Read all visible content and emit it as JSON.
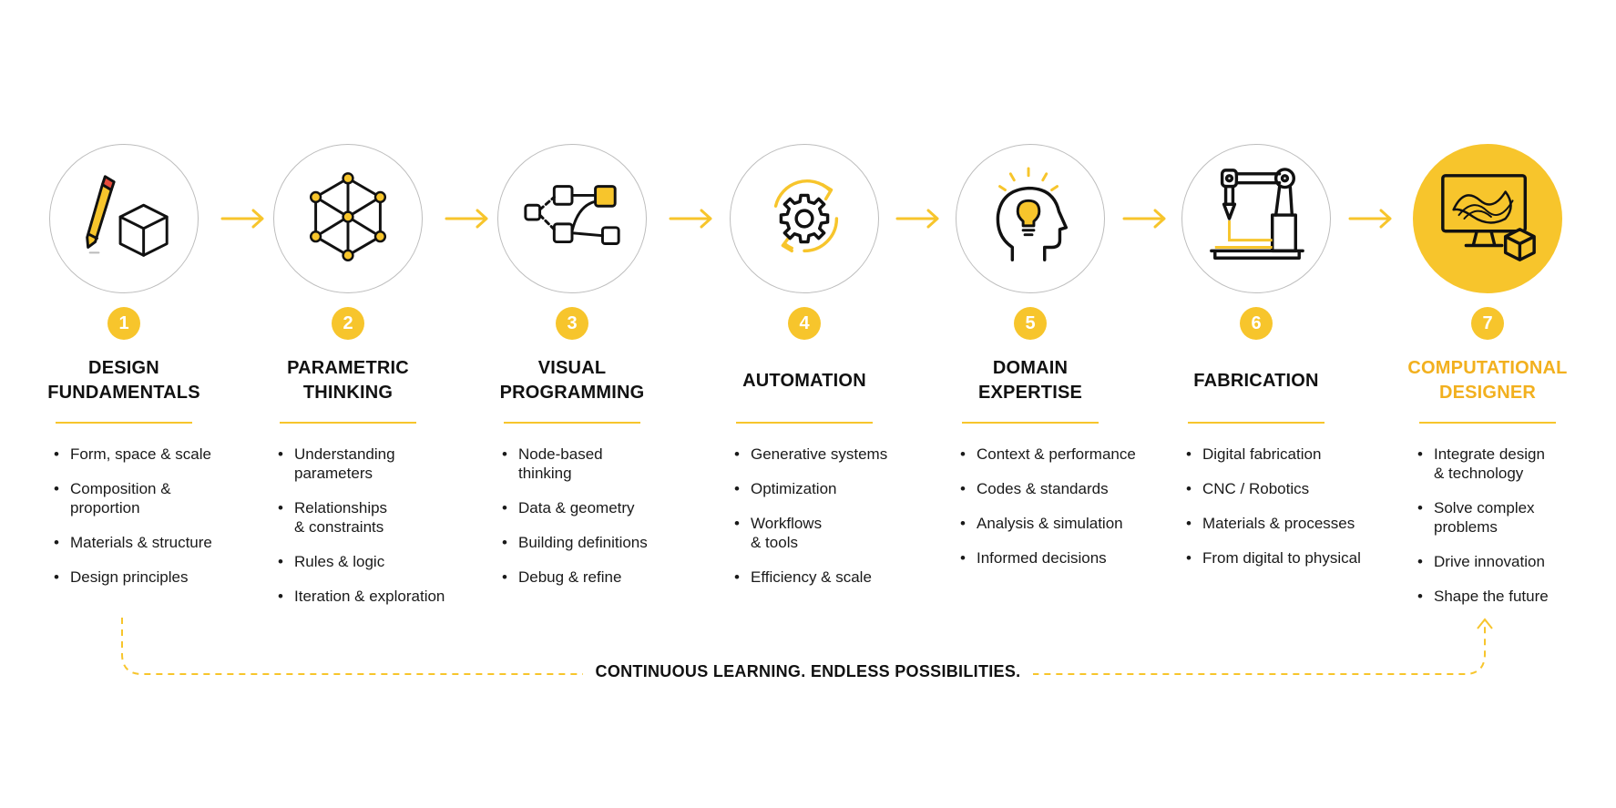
{
  "colors": {
    "accent": "#f7c52c",
    "accent_text": "#f2b01e",
    "ink": "#1a1a1a",
    "ring": "#bdbdbd"
  },
  "steps": [
    {
      "number": "1",
      "title": "DESIGN\nFUNDAMENTALS",
      "icon": "pencil-cube-icon",
      "items": [
        "Form, space & scale",
        "Composition &\nproportion",
        "Materials & structure",
        "Design principles"
      ]
    },
    {
      "number": "2",
      "title": "PARAMETRIC\nTHINKING",
      "icon": "node-cube-icon",
      "items": [
        "Understanding\nparameters",
        "Relationships\n& constraints",
        "Rules & logic",
        "Iteration & exploration"
      ]
    },
    {
      "number": "3",
      "title": "VISUAL\nPROGRAMMING",
      "icon": "node-graph-icon",
      "items": [
        "Node-based\nthinking",
        "Data & geometry",
        "Building definitions",
        "Debug & refine"
      ]
    },
    {
      "number": "4",
      "title": "AUTOMATION",
      "icon": "gear-cycle-icon",
      "items": [
        "Generative systems",
        "Optimization",
        "Workflows\n& tools",
        "Efficiency & scale"
      ]
    },
    {
      "number": "5",
      "title": "DOMAIN\nEXPERTISE",
      "icon": "head-lightbulb-icon",
      "items": [
        "Context & performance",
        "Codes & standards",
        "Analysis & simulation",
        "Informed decisions"
      ]
    },
    {
      "number": "6",
      "title": "FABRICATION",
      "icon": "robot-arm-icon",
      "items": [
        "Digital fabrication",
        "CNC / Robotics",
        "Materials & processes",
        "From digital to physical"
      ]
    },
    {
      "number": "7",
      "title": "COMPUTATIONAL\nDESIGNER",
      "icon": "monitor-cube-icon",
      "items": [
        "Integrate design\n& technology",
        "Solve complex\nproblems",
        "Drive innovation",
        "Shape the future"
      ]
    }
  ],
  "tagline": "CONTINUOUS LEARNING. ENDLESS POSSIBILITIES."
}
